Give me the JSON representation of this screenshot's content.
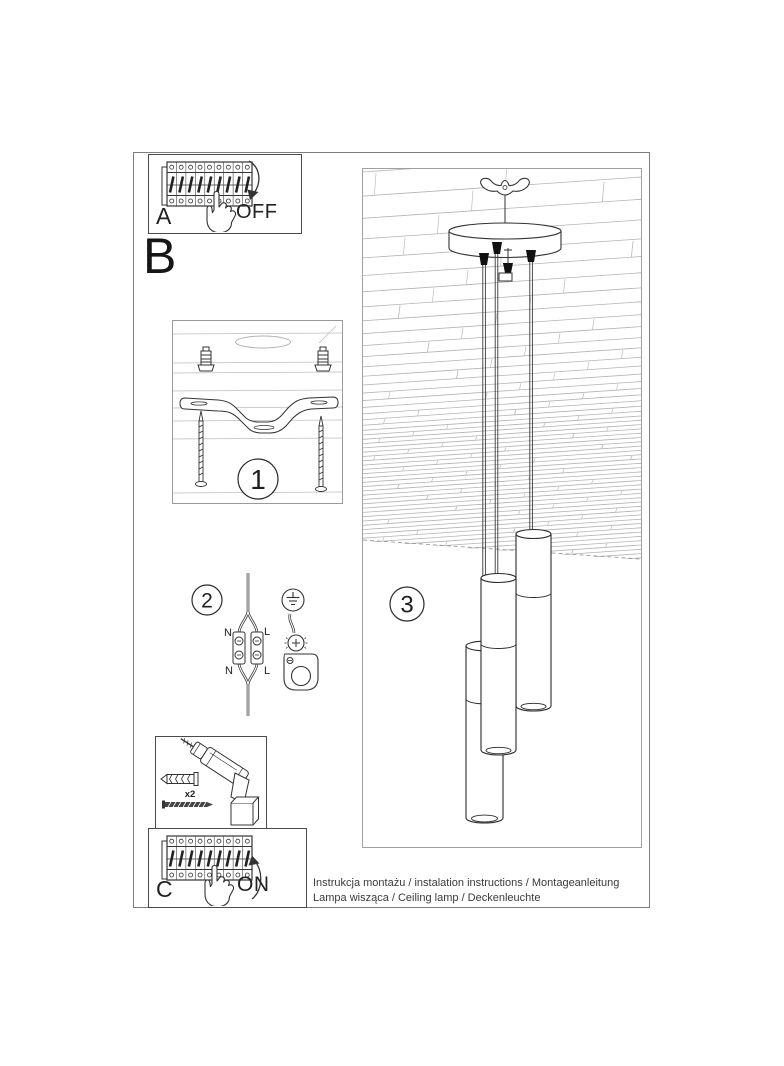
{
  "steps": {
    "a": "A",
    "b": "B",
    "c": "C"
  },
  "circled_numbers": {
    "one": "1",
    "two": "2",
    "three": "3"
  },
  "breaker": {
    "off": "OFF",
    "on": "ON"
  },
  "wiring": {
    "n_top": "N",
    "l_top": "L",
    "n_bottom": "N",
    "l_bottom": "L"
  },
  "hardware": {
    "anchor_count": "x2"
  },
  "colors": {
    "ink": "#2a2a2a",
    "plank": "#b4b4b4",
    "frame": "#7d7d7d"
  },
  "footer": {
    "line1": "Instrukcja montażu / instalation instructions / Montageanleitung",
    "line2": "Lampa wisząca / Ceiling lamp / Deckenleuchte"
  }
}
